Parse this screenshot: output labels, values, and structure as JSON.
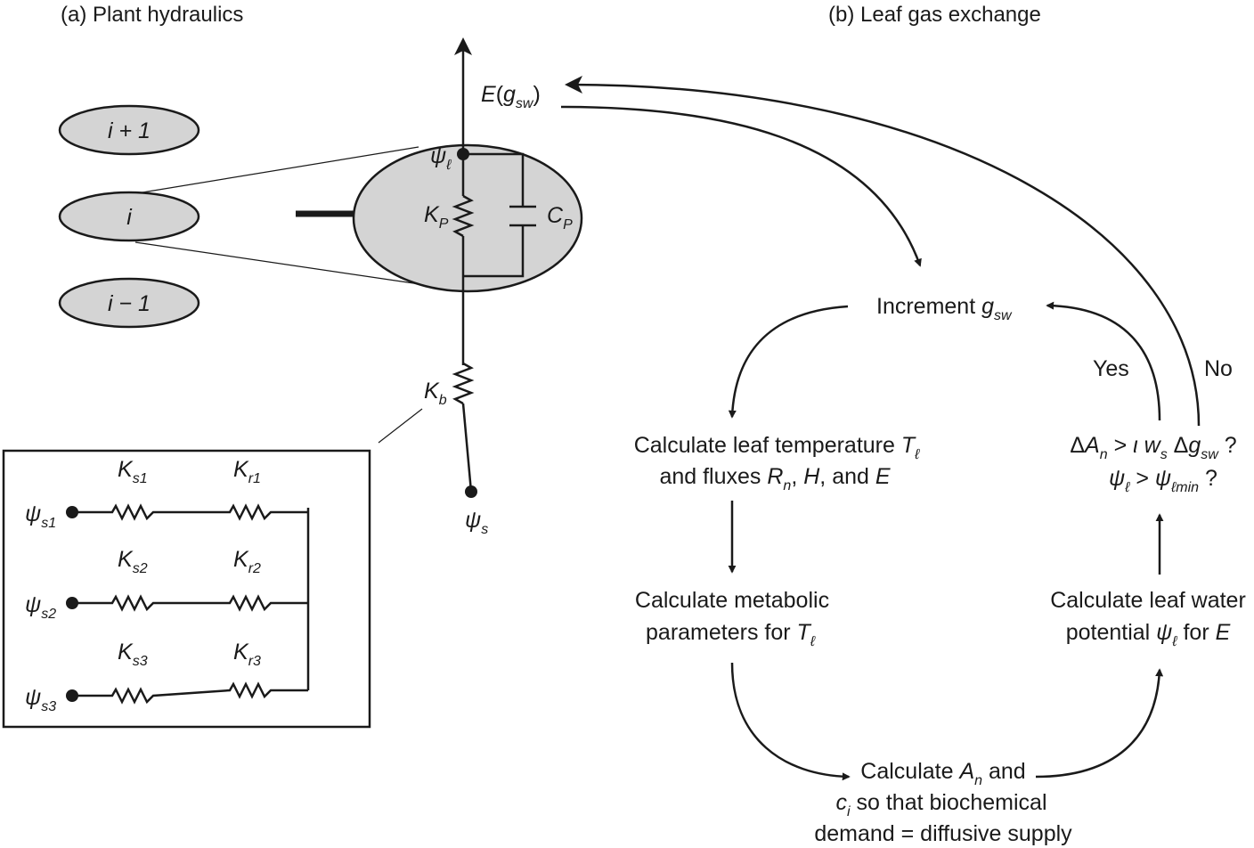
{
  "panels": {
    "a_title": "(a) Plant hydraulics",
    "b_title": "(b) Leaf gas exchange"
  },
  "layers": {
    "upper": "i + 1",
    "middle": "i",
    "lower": "i − 1"
  },
  "hydraulics": {
    "transpiration": {
      "main": "E",
      "paren_open": "(",
      "g": "g",
      "g_sub": "sw",
      "paren_close": ")"
    },
    "leaf_potential": {
      "main": "ψ",
      "sub": "ℓ"
    },
    "plant_conductance": {
      "main": "K",
      "sub": "P"
    },
    "plant_capacitance": {
      "main": "C",
      "sub": "P"
    },
    "belowground_conductance": {
      "main": "K",
      "sub": "b"
    },
    "soil_potential": {
      "main": "ψ",
      "sub": "s"
    }
  },
  "soil_layers": [
    {
      "psi": "ψ",
      "psi_sub": "s1",
      "ks": "K",
      "ks_sub": "s1",
      "kr": "K",
      "kr_sub": "r1"
    },
    {
      "psi": "ψ",
      "psi_sub": "s2",
      "ks": "K",
      "ks_sub": "s2",
      "kr": "K",
      "kr_sub": "r2"
    },
    {
      "psi": "ψ",
      "psi_sub": "s3",
      "ks": "K",
      "ks_sub": "s3",
      "kr": "K",
      "kr_sub": "r3"
    }
  ],
  "flow": {
    "increment": {
      "text": "Increment ",
      "var": "g",
      "sub": "sw"
    },
    "leaf_temp": {
      "line1_text": "Calculate leaf temperature ",
      "line1_var": "T",
      "line1_sub": "ℓ",
      "line2_a": "and fluxes ",
      "line2_rn": "R",
      "line2_rn_sub": "n",
      "line2_b": ", ",
      "line2_h": "H",
      "line2_c": ", and ",
      "line2_e": "E"
    },
    "metabolic": {
      "line1": "Calculate metabolic",
      "line2_text": "parameters for ",
      "line2_var": "T",
      "line2_sub": "ℓ"
    },
    "photosynthesis": {
      "line1_a": "Calculate ",
      "line1_var": "A",
      "line1_sub": "n",
      "line1_b": " and",
      "line2_var": "c",
      "line2_sub": "i",
      "line2_b": " so that biochemical",
      "line3": "demand = diffusive supply"
    },
    "water_potential": {
      "line1": "Calculate leaf water",
      "line2_a": "potential ",
      "line2_var": "ψ",
      "line2_sub": "ℓ",
      "line2_b": " for ",
      "line2_e": "E"
    },
    "test": {
      "l1_delta_a": "Δ",
      "l1_a": "A",
      "l1_a_sub": "n",
      "l1_gt": " > ",
      "l1_iota": "ι",
      "l1_w": " w",
      "l1_w_sub": "s",
      "l1_dg": " Δ",
      "l1_g": "g",
      "l1_g_sub": "sw",
      "l1_q": " ?",
      "l2_psi": "ψ",
      "l2_sub": "ℓ",
      "l2_gt": " > ",
      "l2_psi2": "ψ",
      "l2_sub2": "ℓmin",
      "l2_q": " ?"
    },
    "yes": "Yes",
    "no": "No"
  }
}
